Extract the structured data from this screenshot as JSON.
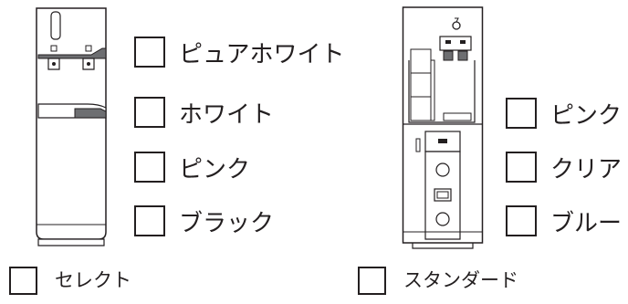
{
  "colors": {
    "ink": "#231f20",
    "trim": "#6d6e71",
    "background": "#ffffff"
  },
  "left_unit": {
    "options": [
      {
        "label": "ピュアホワイト",
        "checked": false
      },
      {
        "label": "ホワイト",
        "checked": false
      },
      {
        "label": "ピンク",
        "checked": false
      },
      {
        "label": "ブラック",
        "checked": false
      }
    ],
    "model_label": "セレクト",
    "model_checked": false
  },
  "right_unit": {
    "options": [
      {
        "label": "ピンク",
        "checked": false
      },
      {
        "label": "クリア",
        "checked": false
      },
      {
        "label": "ブルー",
        "checked": false
      }
    ],
    "model_label": "スタンダード",
    "model_checked": false
  }
}
